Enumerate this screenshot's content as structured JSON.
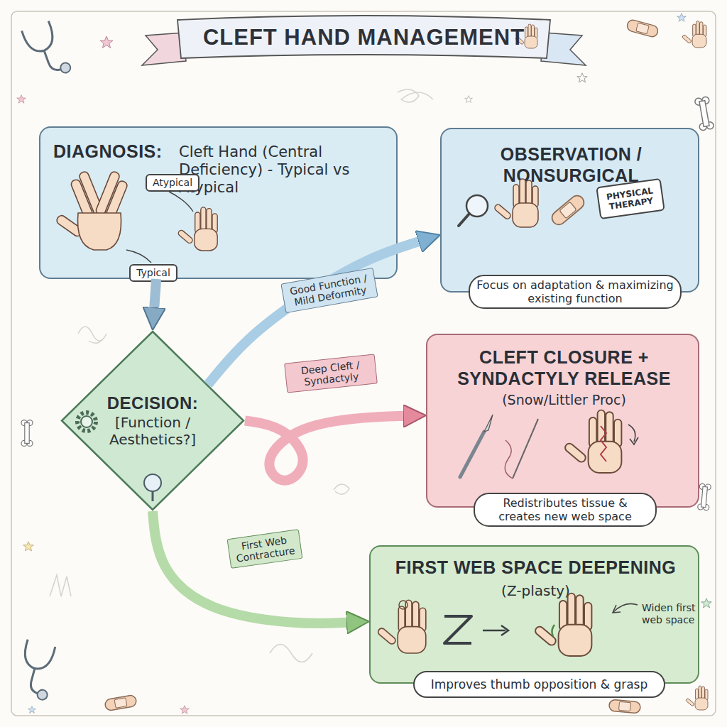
{
  "diagram": {
    "title": "CLEFT HAND MANAGEMENT",
    "nodes": [
      {
        "text": [
          "DIAGNOSIS:",
          "Cleft Hand (Central Deficiency) - Typical vs Atypical"
        ]
      },
      {
        "text": [
          "Atypical"
        ],
        "in": 0
      },
      {
        "text": [
          "Typical"
        ],
        "in": 0
      },
      {
        "text": [
          "DECISION:",
          "[Function / Aesthetics?]"
        ]
      },
      {
        "text": [
          "OBSERVATION / NONSURGICAL"
        ]
      },
      {
        "text": [
          "PHYSICAL THERAPY"
        ],
        "in": 4
      },
      {
        "text": [
          "Focus on adaptation & maximizing existing function"
        ],
        "in": 4
      },
      {
        "text": [
          "CLEFT CLOSURE + SYNDACTYLY RELEASE",
          "(Snow/Littler Proc)"
        ]
      },
      {
        "text": [
          "Redistributes tissue & creates new web space"
        ],
        "in": 7
      },
      {
        "text": [
          "FIRST WEB SPACE DEEPENING",
          "(Z-plasty)",
          "Widen first web space"
        ]
      },
      {
        "text": [
          "Improves thumb opposition & grasp"
        ],
        "in": 9
      }
    ],
    "edges": [
      {
        "from": 0,
        "to": 3,
        "arrow": "to"
      },
      {
        "from": 3,
        "to": 4,
        "label": "Good Function / Mild Deformity",
        "arrow": "to"
      },
      {
        "from": 3,
        "to": 7,
        "label": "Deep Cleft / Syndactyly",
        "arrow": "to"
      },
      {
        "from": 3,
        "to": 9,
        "label": "First Web Contracture",
        "arrow": "to"
      }
    ]
  }
}
